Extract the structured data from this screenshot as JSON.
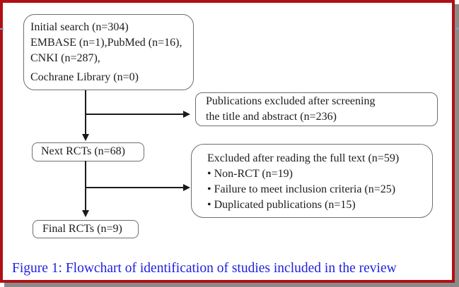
{
  "figure": {
    "caption": "Figure 1: Flowchart of identification of studies included in the review"
  },
  "flowchart": {
    "boxes": {
      "initial_search": {
        "lines": [
          "Initial search (n=304)",
          "EMBASE (n=1),PubMed (n=16),",
          "CNKI (n=287),",
          "Cochrane Library  (n=0)"
        ]
      },
      "screening_excluded": {
        "lines": [
          "Publications excluded after screening",
          "the title and abstract (n=236)"
        ]
      },
      "next_rcts": {
        "label": "Next RCTs (n=68)"
      },
      "fulltext_excluded": {
        "title": "Excluded after reading the full text (n=59)",
        "bullets": [
          "• Non-RCT (n=19)",
          "• Failure to meet inclusion criteria (n=25)",
          "• Duplicated publications (n=15)"
        ]
      },
      "final_rcts": {
        "label": "Final RCTs (n=9)"
      }
    }
  },
  "colors": {
    "frame_border": "#b01014",
    "frame_shadow": "#8a8a8a",
    "box_border": "#6e6e6e",
    "box_text": "#1c1c1c",
    "arrow": "#1a1a1a",
    "caption_text": "#2121de"
  }
}
